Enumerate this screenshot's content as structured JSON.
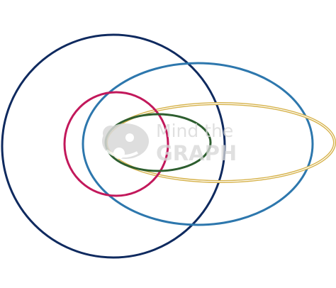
{
  "diagram": {
    "rings": [
      {
        "name": "navy-ring",
        "color": "#0f2a5f"
      },
      {
        "name": "blue-ring",
        "color": "#2d77ad"
      },
      {
        "name": "gold-ring",
        "color": "#d6b24a"
      },
      {
        "name": "crimson-ring",
        "color": "#c2185b"
      },
      {
        "name": "green-ring",
        "color": "#2d5e2f"
      }
    ],
    "watermark": {
      "line1": "Mind the",
      "line2": "GRAPH",
      "color": "#d8d8d8"
    }
  }
}
